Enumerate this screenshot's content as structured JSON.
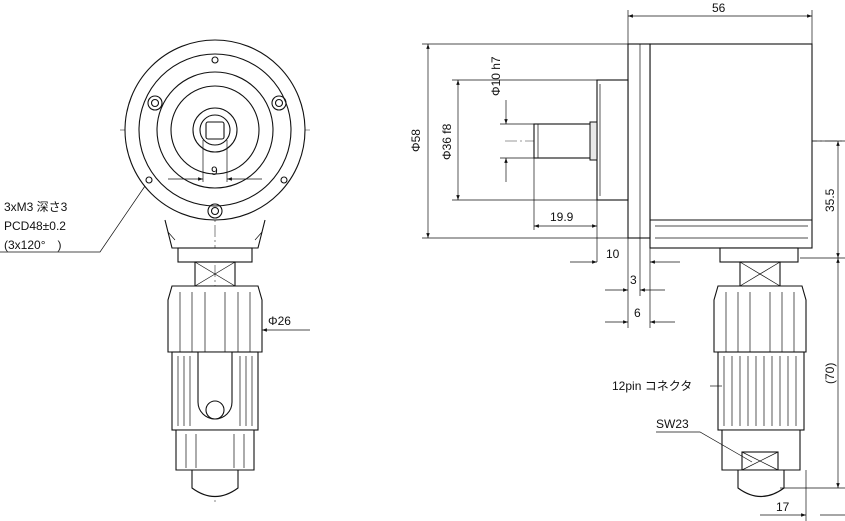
{
  "labels": {
    "dim_56": "56",
    "dim_phi58": "Φ58",
    "dim_phi36": "Φ36 f8",
    "dim_phi10": "Φ10 h7",
    "dim_19_9": "19.9",
    "dim_10": "10",
    "dim_3": "3",
    "dim_6": "6",
    "dim_35_5": "35.5",
    "dim_70": "(70)",
    "dim_17": "17",
    "dim_9": "9",
    "dim_phi26": "Φ26",
    "note_tap": "3xM3 深さ3",
    "note_pcd": "PCD48±0.2",
    "note_angle": "(3x120°　)",
    "connector": "12pin コネクタ",
    "switch": "SW23"
  },
  "colors": {
    "line": "#111111",
    "background": "#ffffff"
  }
}
